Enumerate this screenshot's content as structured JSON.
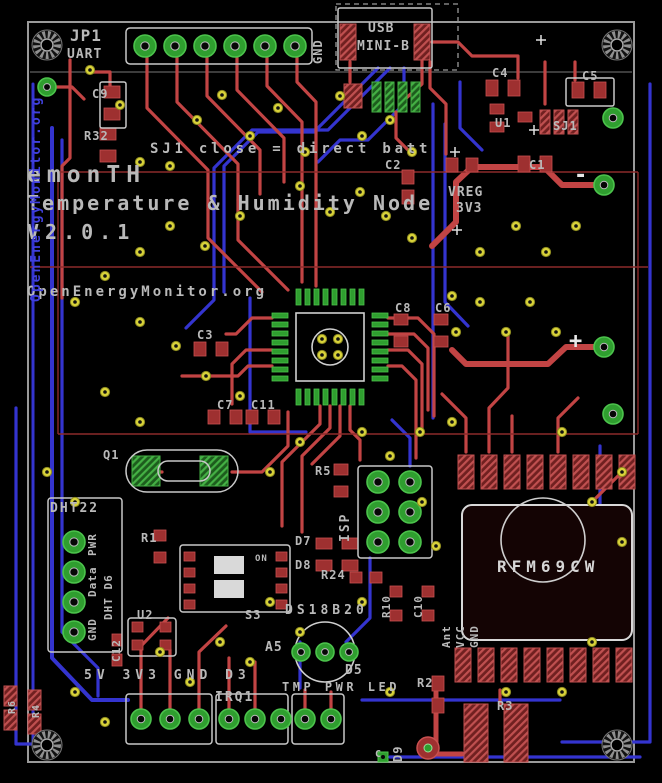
{
  "colors": {
    "background": "#000000",
    "top_copper": "#c24444",
    "bottom_copper": "#3434cf",
    "pad_green": "#2f9e2f",
    "pad_green_bright": "#4cc34c",
    "via_yellow": "#d8d23a",
    "silkscreen": "#b9b9b9",
    "pad_red": "#9e3030",
    "outline_gray": "#9a9a9a",
    "battery_outline": "#8c2a2a"
  },
  "silkscreen": {
    "title_line1": "emonTH",
    "title_line2": "Temperature & Humidity Node",
    "title_line3": "V2.0.1",
    "website": "OpenEnergyMonitor.org",
    "website_vertical": "OpenEnergyMonitor.org",
    "note_sj1": "SJ1 close = direct batt",
    "polarity_minus": "-",
    "polarity_plus": "+",
    "on_label": "ON"
  },
  "modules": {
    "rfm": {
      "name": "RFM69CW",
      "pin_ant": "Ant",
      "pin_vcc": "VCC",
      "pin_gnd": "GND"
    }
  },
  "connectors": {
    "jp1": {
      "ref": "JP1",
      "name": "UART",
      "pin_gnd": "GND"
    },
    "usb": {
      "line1": "USB",
      "line2": "MINI-B"
    },
    "isp": {
      "ref": "ISP"
    },
    "dht22": {
      "ref": "DHT22",
      "pin_gnd": "GND",
      "pin_data": "Data",
      "pin_pwr": "PWR",
      "alt": "DHT D6"
    },
    "terminal1": "5V 3V3 GND D3",
    "terminal2": "IRQ1",
    "terminal3": "TMP PWR LED",
    "sensor": {
      "ref": "DS18B20",
      "pin": "A5"
    }
  },
  "designators": {
    "c9": "C9",
    "r32": "R32",
    "c4": "C4",
    "c5": "C5",
    "u1": "U1",
    "sj1": "SJ1",
    "c2": "C2",
    "c1": "C1",
    "vreg_line1": "VREG",
    "vreg_line2": "3V3",
    "c8": "C8",
    "c6": "C6",
    "c3": "C3",
    "c7": "C7",
    "c11": "C11",
    "q1": "Q1",
    "r5": "R5",
    "d7": "D7",
    "d8": "D8",
    "r24": "R24",
    "r10": "R10",
    "c10": "C10",
    "r1": "R1",
    "u2": "U2",
    "c12": "C12",
    "s3": "S3",
    "d5": "D5",
    "r2": "R2",
    "r3": "R3",
    "d9": "D9",
    "c_unlabeled": "C",
    "r6": "R6",
    "r4": "R4"
  }
}
